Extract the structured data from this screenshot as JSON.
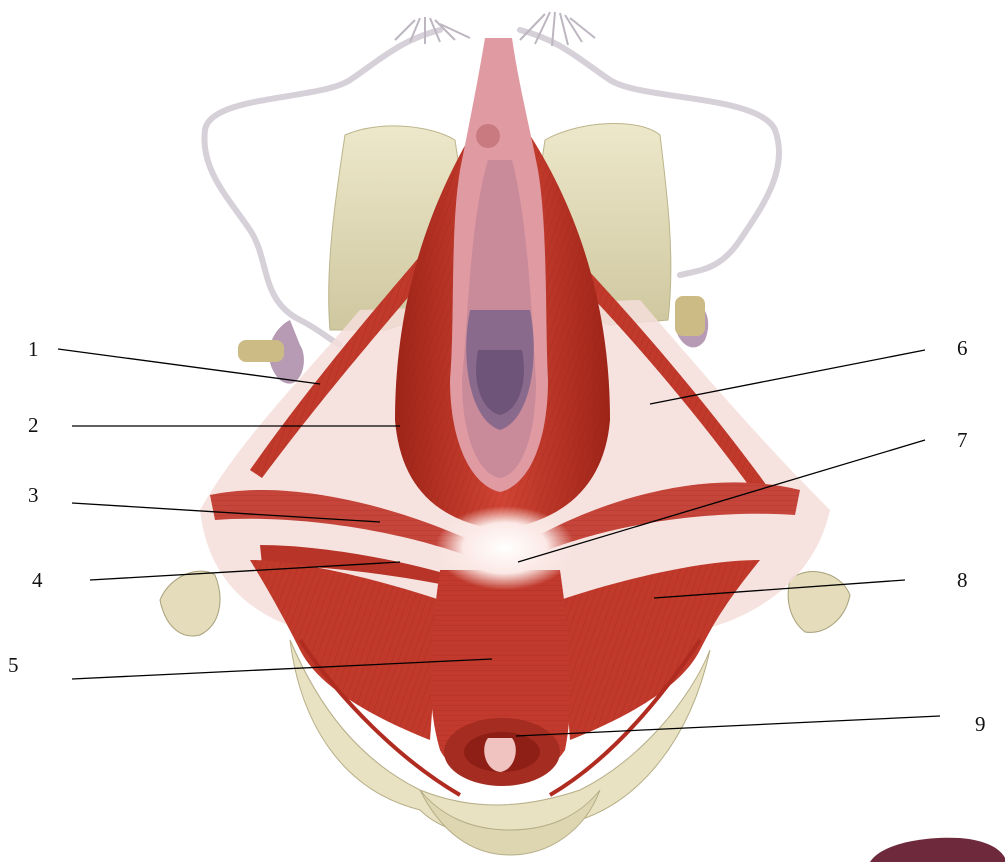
{
  "labels": [
    "1",
    "2",
    "3",
    "4",
    "5",
    "6",
    "7",
    "8",
    "9"
  ],
  "colors": {
    "bone": "#e8e2c2",
    "bone_shadow": "#c9c19a",
    "muscle": "#c0392b",
    "muscle_dark": "#8e1f16",
    "muscle_light": "#e0645a",
    "mucosa": "#e7a6ad",
    "fascia": "#f3dcd9",
    "tendon": "#fbf4f2",
    "nerve": "#d9d4db",
    "leader_line": "#000000"
  },
  "icons": [
    "pelvic-floor-illustration"
  ]
}
